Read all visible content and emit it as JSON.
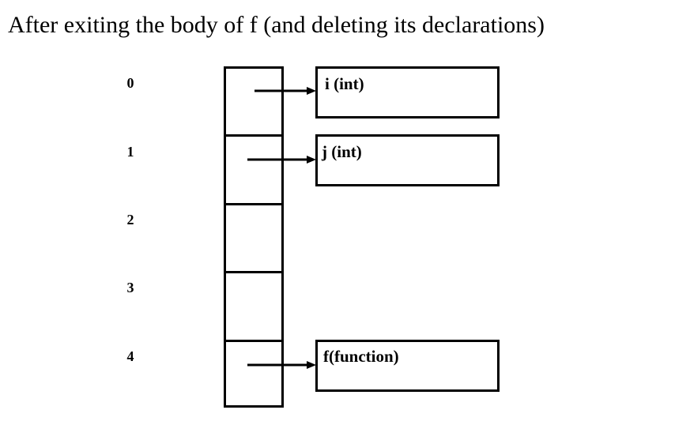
{
  "title": "After exiting the body of f (and deleting its declarations)",
  "indices": [
    "0",
    "1",
    "2",
    "3",
    "4"
  ],
  "entries": {
    "0": "i (int)",
    "1": "j (int)",
    "4": "f(function)"
  }
}
